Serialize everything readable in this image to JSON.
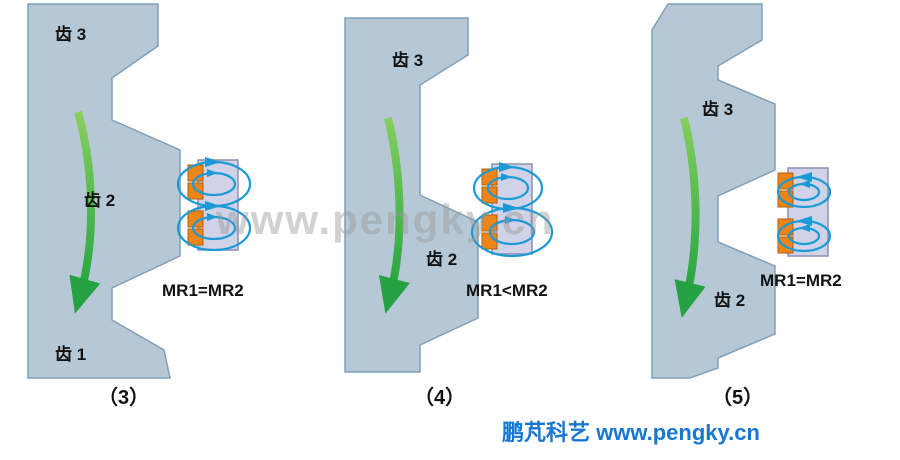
{
  "panels": [
    {
      "tooth3": "齿 3",
      "tooth2": "齿 2",
      "tooth1": "齿 1",
      "reading": "MR1=MR2",
      "number": "（3）"
    },
    {
      "tooth3": "齿 3",
      "tooth2": "齿 2",
      "reading": "MR1<MR2",
      "number": "（4）"
    },
    {
      "tooth3": "齿 3",
      "tooth2": "齿 2",
      "reading": "MR1=MR2",
      "number": "（5）"
    }
  ],
  "watermark": "www.pengky.cn",
  "footer": "鹏芃科艺 www.pengky.cn",
  "colors": {
    "gear_fill": "#b6c8d6",
    "gear_border": "#7fa0b8",
    "sensor_body": "#d0d2e8",
    "magnet": "#ec8418",
    "field_line": "#1b9ad6",
    "rotation_arrow": "#2da13c",
    "footer_text": "#1778d2",
    "watermark_gray": "#9a9a9a"
  }
}
